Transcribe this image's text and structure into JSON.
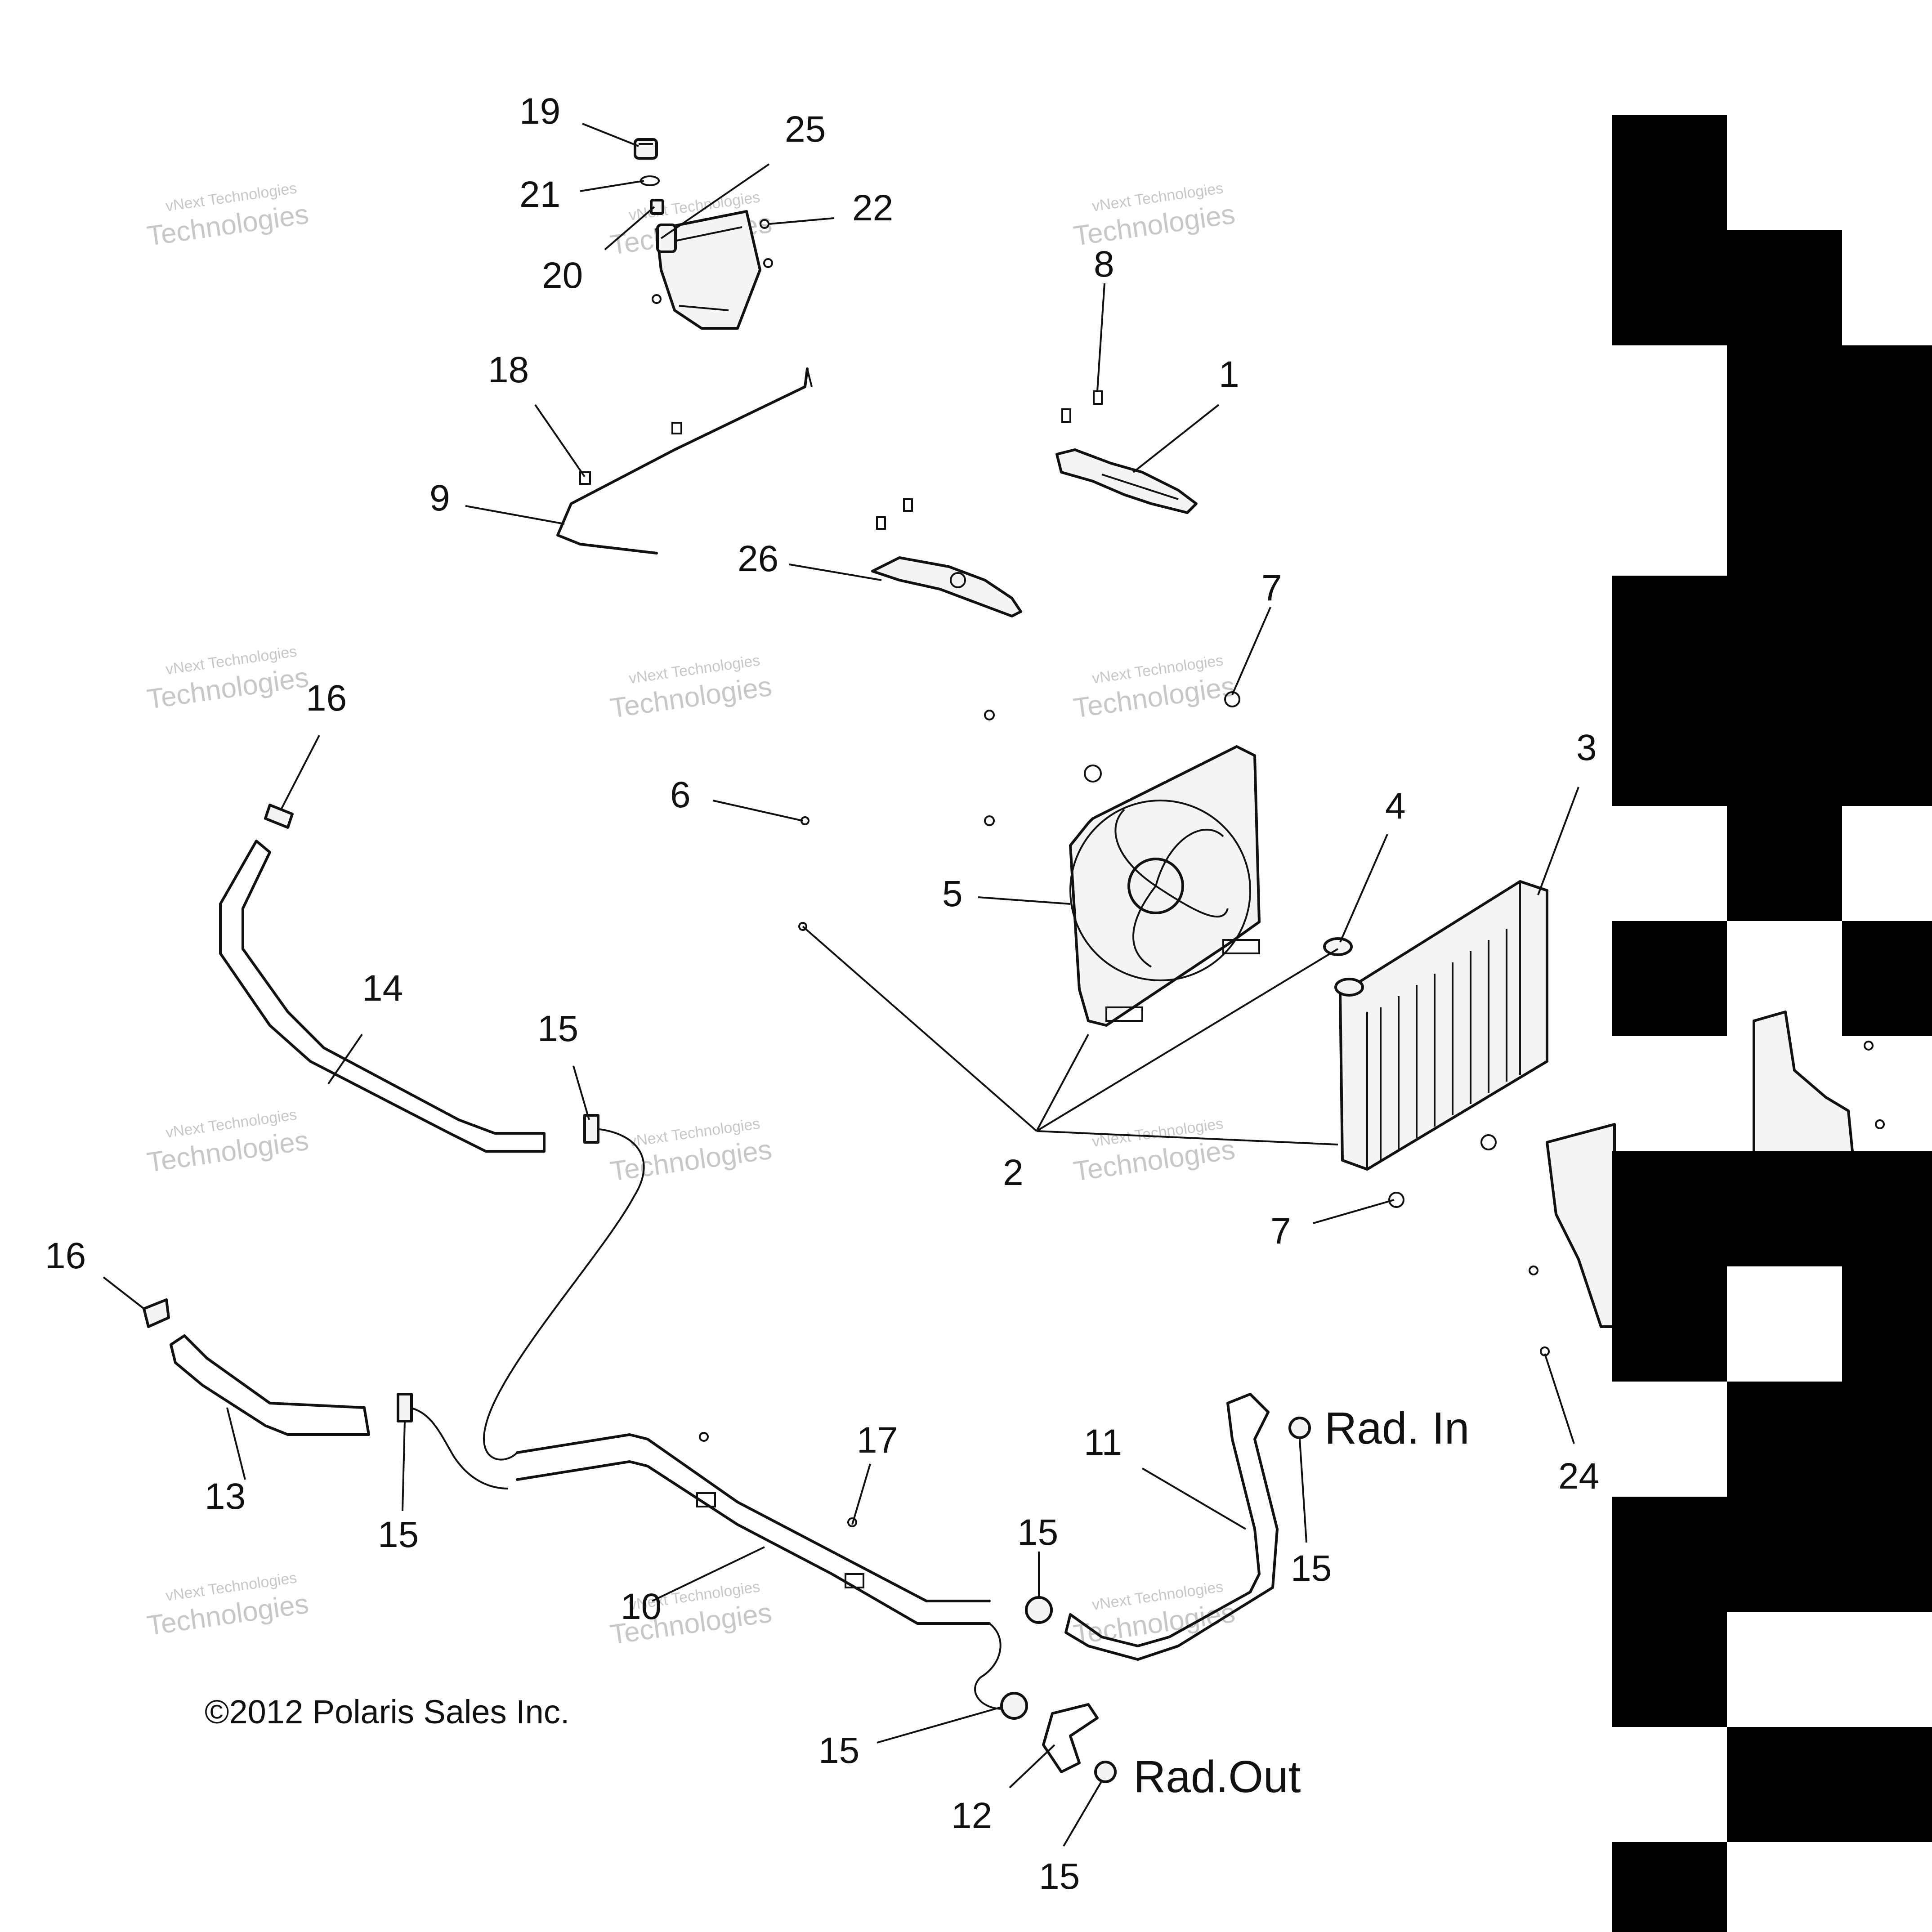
{
  "callouts": {
    "c19": "19",
    "c25": "25",
    "c21": "21",
    "c22": "22",
    "c20": "20",
    "c8": "8",
    "c1": "1",
    "c18": "18",
    "c9": "9",
    "c26": "26",
    "c7a": "7",
    "c16a": "16",
    "c3": "3",
    "c6": "6",
    "c4": "4",
    "c5": "5",
    "c14": "14",
    "c15a": "15",
    "c2": "2",
    "c7b": "7",
    "c16b": "16",
    "c17": "17",
    "c11": "11",
    "c13": "13",
    "c15b": "15",
    "c15c": "15",
    "c15d": "15",
    "c24": "24",
    "c10": "10",
    "c15e": "15",
    "c12": "12",
    "c15f": "15"
  },
  "notes": {
    "rad_in": "Rad. In",
    "rad_out": "Rad.Out"
  },
  "copyright": "©2012 Polaris Sales Inc.",
  "watermark": {
    "line1": "vNext Technologies",
    "line2": "Technologies"
  }
}
